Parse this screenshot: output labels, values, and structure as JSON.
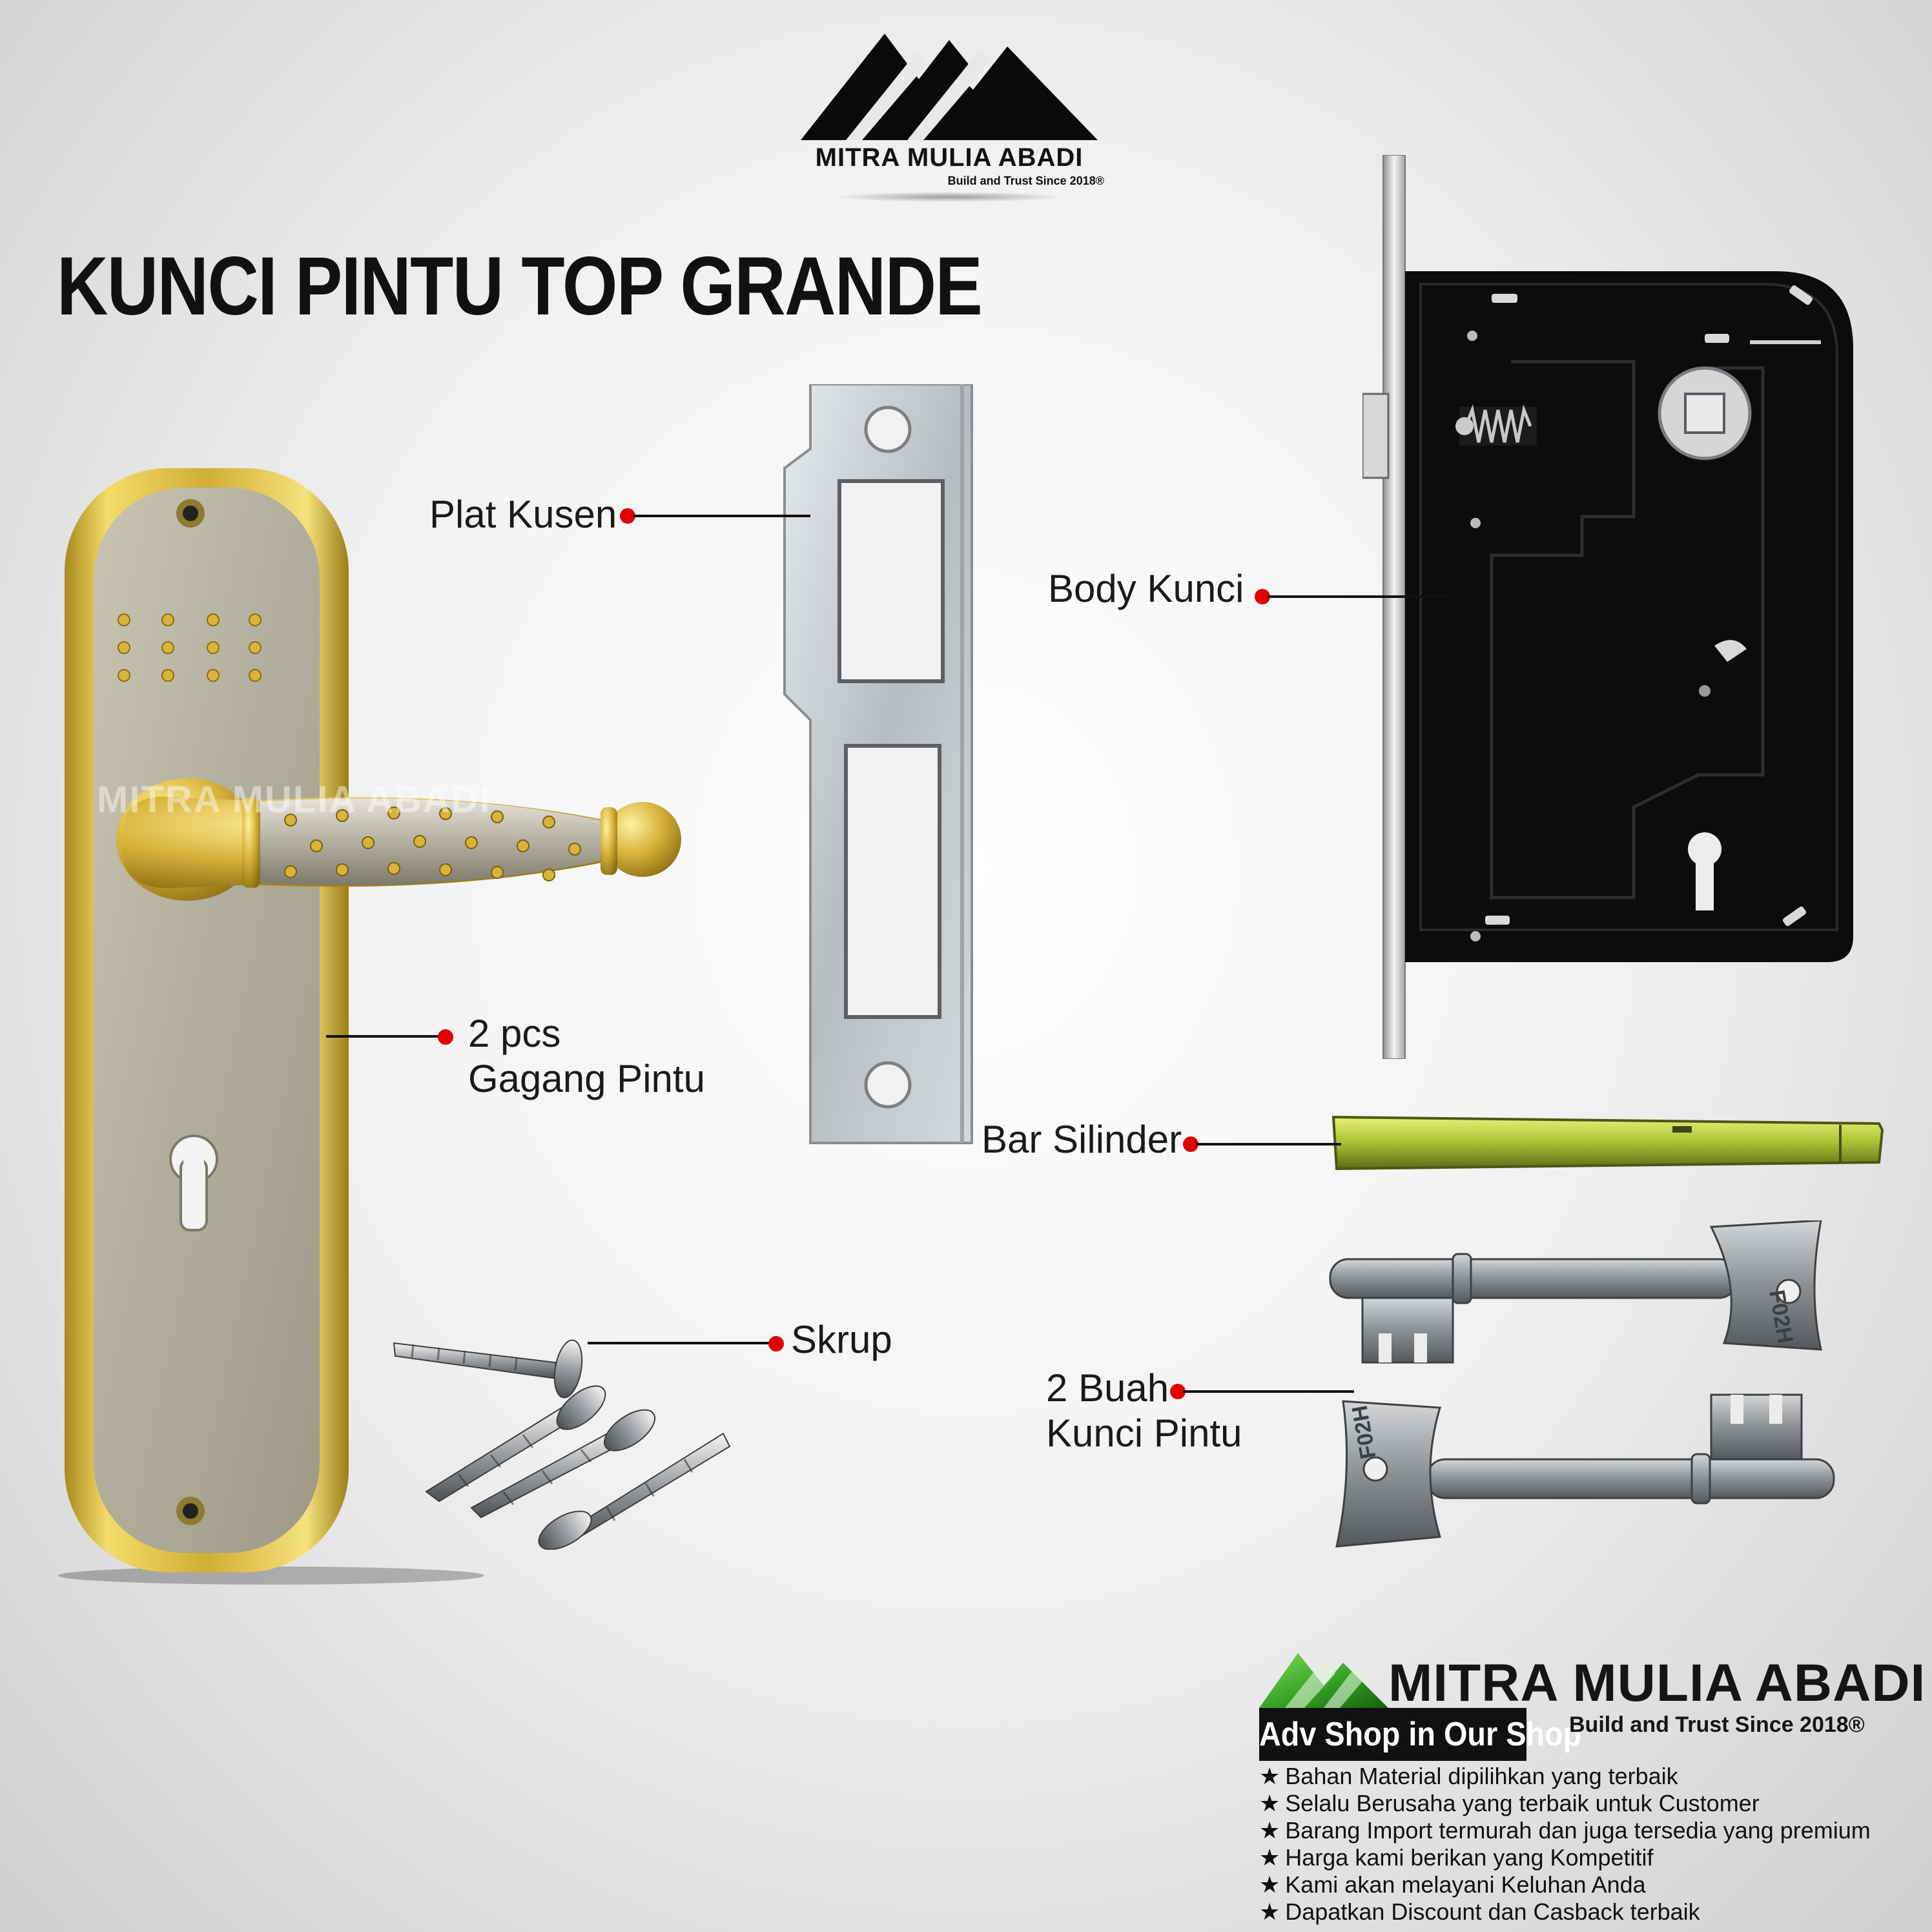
{
  "top_logo": {
    "brand": "MITRA MULIA ABADI",
    "tagline": "Build and Trust Since 2018®"
  },
  "title": "KUNCI PINTU TOP GRANDE",
  "watermark": "MITRA MULIA ABADI",
  "parts": {
    "plat_kusen": "Plat Kusen",
    "body_kunci": "Body Kunci",
    "gagang_qty": "2 pcs",
    "gagang_name": "Gagang Pintu",
    "bar_silinder": "Bar Silinder",
    "skrup": "Skrup",
    "kunci_qty": "2 Buah",
    "kunci_name": "Kunci Pintu"
  },
  "key_stamp": "F02H",
  "footer": {
    "brand": "MITRA MULIA ABADI",
    "adv": "Adv Shop in Our Shop",
    "tagline": "Build and Trust Since 2018®",
    "bullets": [
      "Bahan Material dipilihkan yang terbaik",
      "Selalu Berusaha yang terbaik untuk Customer",
      "Barang Import termurah dan juga tersedia yang premium",
      "Harga kami berikan yang Kompetitif",
      "Kami akan melayani Keluhan Anda",
      "Dapatkan Discount dan Casback terbaik"
    ]
  },
  "colors": {
    "accent_dot": "#e00000",
    "gold": "#d4b13a",
    "satin": "#b8b4a8",
    "lock_body": "#0c0c0c",
    "logo_green": "#3fbf2a"
  }
}
